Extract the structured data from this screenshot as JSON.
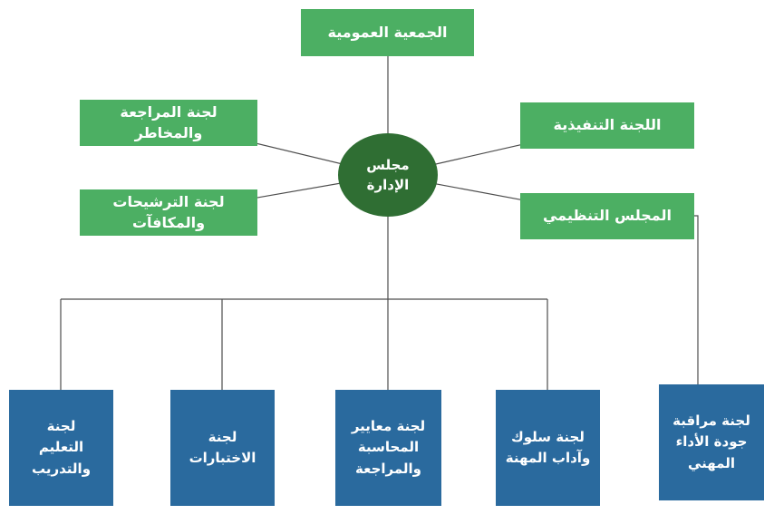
{
  "chart": {
    "type": "org-chart",
    "colors": {
      "green": "#4caf63",
      "dark_green": "#2f6e33",
      "blue": "#2a6a9e",
      "line": "#4d4d4d"
    },
    "top": {
      "label": "الجمعية العمومية"
    },
    "center": {
      "label": "مجلس\nالإدارة"
    },
    "left": [
      {
        "label": "لجنة المراجعة والمخاطر"
      },
      {
        "label": "لجنة الترشيحات والمكافآت"
      }
    ],
    "right": [
      {
        "label": "اللجنة التنفيذية"
      },
      {
        "label": "المجلس التنظيمي"
      }
    ],
    "bottom": [
      {
        "label": "لجنة\nالتعليم\nوالتدريب"
      },
      {
        "label": "لجنة\nالاختبارات"
      },
      {
        "label": "لجنة معايير\nالمحاسبة\nوالمراجعة"
      },
      {
        "label": "لجنة سلوك\nوآداب المهنة"
      },
      {
        "label": "لجنة مراقبة\nجودة الأداء\nالمهني"
      }
    ]
  }
}
